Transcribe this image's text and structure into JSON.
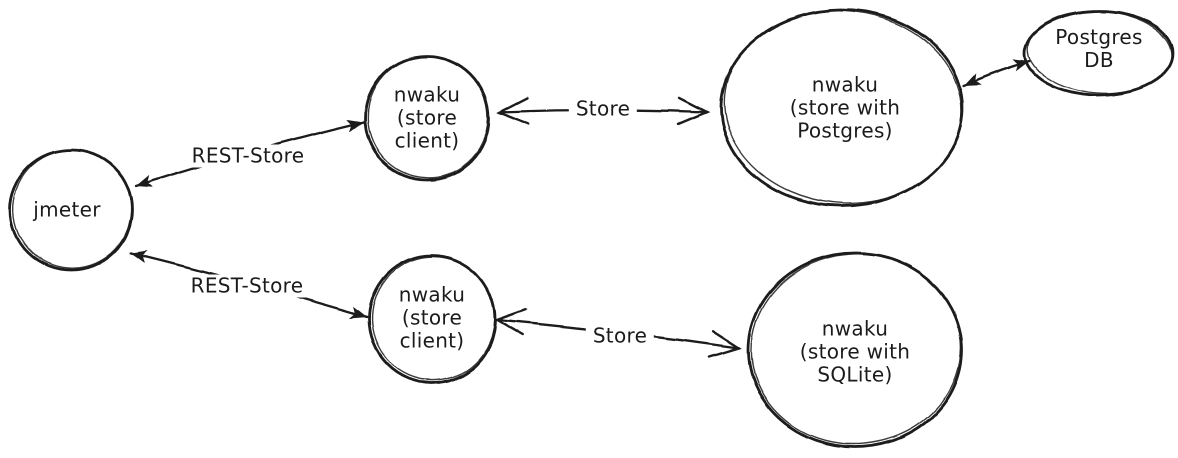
{
  "diagram": {
    "style": "hand-drawn",
    "colors": {
      "stroke": "#1b1b1b",
      "background": "#ffffff"
    },
    "nodes": {
      "jmeter": {
        "lines": [
          "jmeter"
        ]
      },
      "store_client_top": {
        "lines": [
          "nwaku",
          "(store",
          "client)"
        ]
      },
      "store_postgres": {
        "lines": [
          "nwaku",
          "(store with",
          "Postgres)"
        ]
      },
      "postgres_db": {
        "lines": [
          "Postgres",
          "DB"
        ]
      },
      "store_client_bottom": {
        "lines": [
          "nwaku",
          "(store",
          "client)"
        ]
      },
      "store_sqlite": {
        "lines": [
          "nwaku",
          "(store with",
          "SQLite)"
        ]
      }
    },
    "edges": {
      "rest_store_top": {
        "label": "REST-Store",
        "ends": "filled-both"
      },
      "rest_store_bottom": {
        "label": "REST-Store",
        "ends": "filled-both"
      },
      "store_top": {
        "label": "Store",
        "ends": "open-both"
      },
      "store_bottom": {
        "label": "Store",
        "ends": "open-both"
      },
      "postgres_link": {
        "label": "",
        "ends": "filled-both"
      }
    }
  }
}
